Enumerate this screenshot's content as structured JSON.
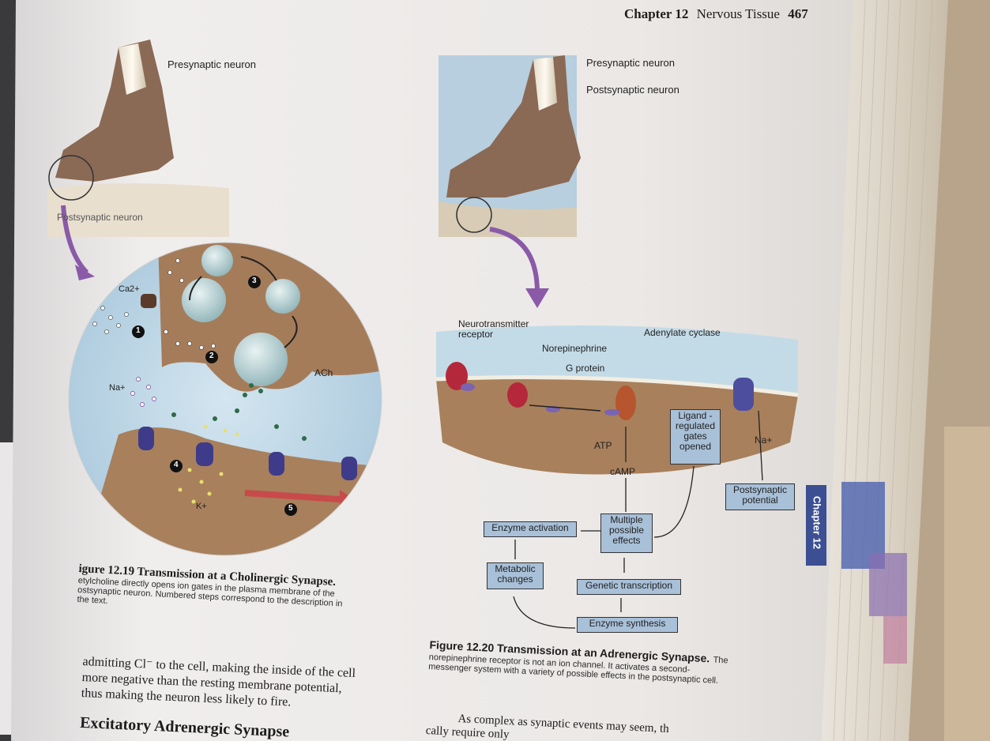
{
  "header": {
    "chapter": "Chapter 12",
    "title": "Nervous Tissue",
    "page_number": "467"
  },
  "fig19": {
    "labels": {
      "presynaptic": "Presynaptic neuron",
      "postsynaptic": "Postsynaptic neuron",
      "ca": "Ca2+",
      "na": "Na+",
      "k": "K+",
      "ach": "ACh",
      "step1": "1",
      "step2": "2",
      "step3": "3",
      "step4": "4",
      "step5": "5"
    },
    "caption_title": "igure 12.19 Transmission at a Cholinergic Synapse.",
    "caption_line1": "etylcholine directly opens ion gates in the plasma membrane of the",
    "caption_line2": "ostsynaptic neuron. Numbered steps correspond to the description in",
    "caption_line3": "the text."
  },
  "fig20": {
    "labels": {
      "presynaptic": "Presynaptic neuron",
      "postsynaptic": "Postsynaptic neuron",
      "receptor": "Neurotransmitter receptor",
      "norepinephrine": "Norepinephrine",
      "gprotein": "G protein",
      "adenylate": "Adenylate cyclase",
      "atp": "ATP",
      "camp": "cAMP",
      "na": "Na+"
    },
    "boxes": {
      "ligand": "Ligand - regulated gates opened",
      "post_potential": "Postsynaptic potential",
      "multiple": "Multiple possible effects",
      "enzyme_activation": "Enzyme activation",
      "metabolic": "Metabolic changes",
      "genetic": "Genetic transcription",
      "enzyme_synthesis": "Enzyme synthesis"
    },
    "caption_title": "Figure 12.20 Transmission at an Adrenergic Synapse.",
    "caption_title_tail": "The",
    "caption_line1": "norepinephrine receptor is not an ion channel. It activates a second-",
    "caption_line2": "messenger system with a variety of possible effects in the postsynaptic cell."
  },
  "body_text": {
    "line1": "admitting Cl⁻ to the cell, making the inside of the cell",
    "line2": "more negative than the resting membrane potential,",
    "line3": "thus making the neuron less likely to fire.",
    "heading": "Excitatory Adrenergic Synapse",
    "right_line1": "As complex as synaptic events may seem, th",
    "right_line2": "cally require only"
  },
  "side_tab": "Chapter 12",
  "colors": {
    "paper": "#ece9e6",
    "cell_tan": "#a57c5a",
    "cleft_blue": "#b9d3e2",
    "box_blue": "#a8c0d8",
    "tab_blue": "#3c4f93"
  }
}
